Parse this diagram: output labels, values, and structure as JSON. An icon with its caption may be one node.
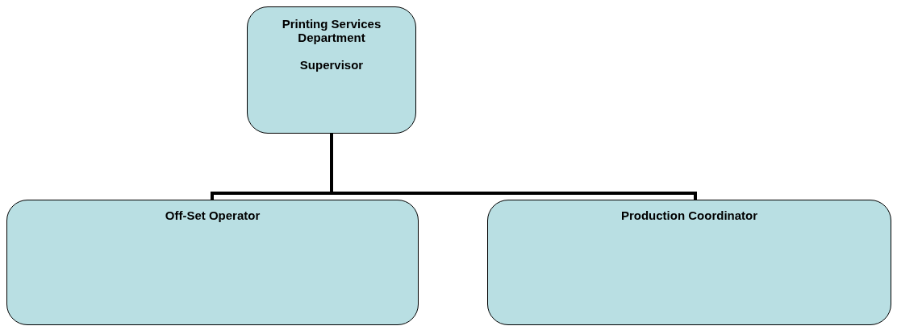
{
  "diagram": {
    "nodes": [
      {
        "text": [
          "Printing Services Department",
          "Supervisor"
        ]
      },
      {
        "text": [
          "Off-Set Operator"
        ]
      },
      {
        "text": [
          "Production Coordinator"
        ]
      }
    ],
    "edges": [
      {
        "from": 0,
        "to": 1,
        "arrow": "none"
      },
      {
        "from": 0,
        "to": 2,
        "arrow": "none"
      }
    ]
  }
}
